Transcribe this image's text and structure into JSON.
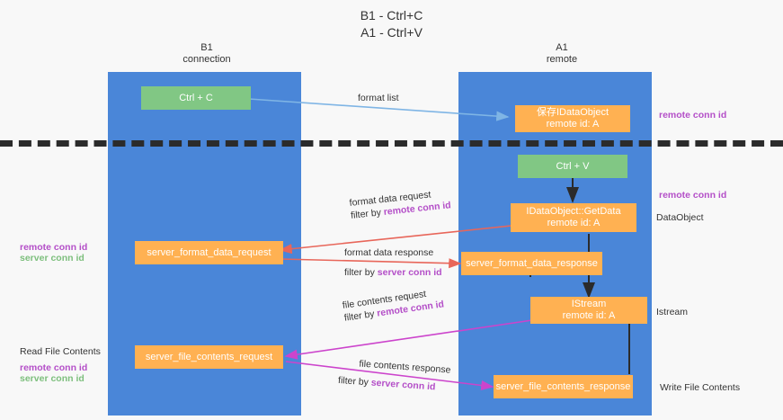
{
  "title": {
    "line1": "B1 - Ctrl+C",
    "line2": "A1 - Ctrl+V"
  },
  "columns": {
    "left": {
      "name": "B1",
      "role": "connection"
    },
    "right": {
      "name": "A1",
      "role": "remote"
    }
  },
  "boxes": {
    "ctrl_c": "Ctrl + C",
    "ctrl_v": "Ctrl + V",
    "idataobject_name": "保存IDataObject",
    "idataobject_id": "remote id: A",
    "getdata_name": "IDataObject::GetData",
    "getdata_id": "remote id: A",
    "istream_name": "IStream",
    "istream_id": "remote id: A",
    "server_format_data_request": "server_format_data_request",
    "server_format_data_response": "server_format_data_response",
    "server_file_contents_request": "server_file_contents_request",
    "server_file_contents_response": "server_file_contents_response"
  },
  "side_labels": {
    "remote_conn_id_top": "remote conn id",
    "remote_conn_id_mid": "remote conn id",
    "dataobject": "DataObject",
    "istream": "Istream",
    "write_file_contents": "Write File Contents",
    "read_file_contents": "Read File Contents",
    "left_remote_conn_id_1": "remote conn id",
    "left_server_conn_id_1": "server conn id",
    "left_remote_conn_id_2": "remote conn id",
    "left_server_conn_id_2": "server conn id"
  },
  "arrow_labels": {
    "format_list": "format list",
    "format_data_request_line1": "format data request",
    "format_data_request_filter_prefix": "filter by ",
    "format_data_request_filter_value": "remote conn id",
    "format_data_response_line1": "format data response",
    "format_data_response_filter_prefix": "filter by ",
    "format_data_response_filter_value": "server conn id",
    "file_contents_request_line1": "file contents request",
    "file_contents_request_filter_prefix": "filter by ",
    "file_contents_request_filter_value": "remote conn id",
    "file_contents_response_line1": "file contents response",
    "file_contents_response_filter_prefix": "filter by ",
    "file_contents_response_filter_value": "server conn id"
  },
  "colors": {
    "lane": "#4a86d8",
    "green_box": "#81c784",
    "orange_box": "#ffb152",
    "purple": "#b44fc8",
    "green_text": "#7dbf7d",
    "red_arrow": "#e8665a",
    "magenta_arrow": "#cc44cc",
    "blue_arrow": "#7fb5e5",
    "black_arrow": "#2b2b2b"
  }
}
